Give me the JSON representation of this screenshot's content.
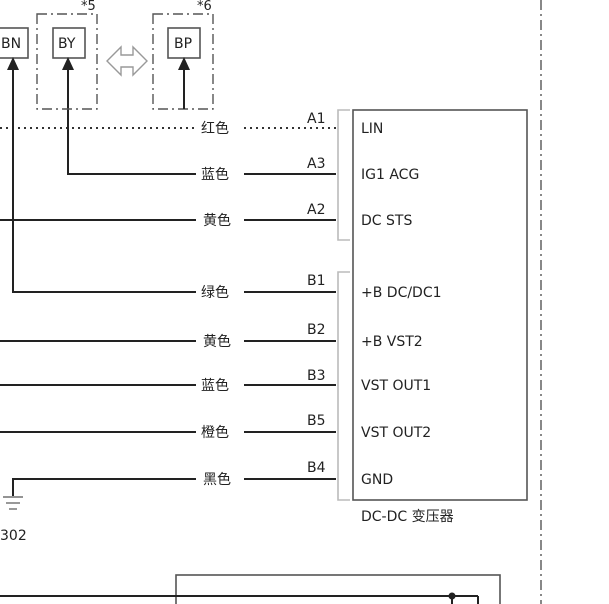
{
  "connectors": [
    {
      "code": "BN",
      "note": ""
    },
    {
      "code": "BY",
      "note": "*5"
    },
    {
      "code": "BP",
      "note": "*6"
    }
  ],
  "module": {
    "name": "DC-DC 变压器",
    "pins": [
      {
        "pin": "A1",
        "color": "红色",
        "signal": "LIN"
      },
      {
        "pin": "A3",
        "color": "蓝色",
        "signal": "IG1 ACG"
      },
      {
        "pin": "A2",
        "color": "黄色",
        "signal": "DC STS"
      },
      {
        "pin": "B1",
        "color": "绿色",
        "signal": "+B DC/DC1"
      },
      {
        "pin": "B2",
        "color": "黄色",
        "signal": "+B VST2"
      },
      {
        "pin": "B3",
        "color": "蓝色",
        "signal": "VST OUT1"
      },
      {
        "pin": "B5",
        "color": "橙色",
        "signal": "VST OUT2"
      },
      {
        "pin": "B4",
        "color": "黑色",
        "signal": "GND"
      }
    ]
  },
  "ground": {
    "label": "302"
  },
  "colors": {
    "line": "#222222",
    "frame": "#555555",
    "bracket": "#bbbbbb"
  }
}
